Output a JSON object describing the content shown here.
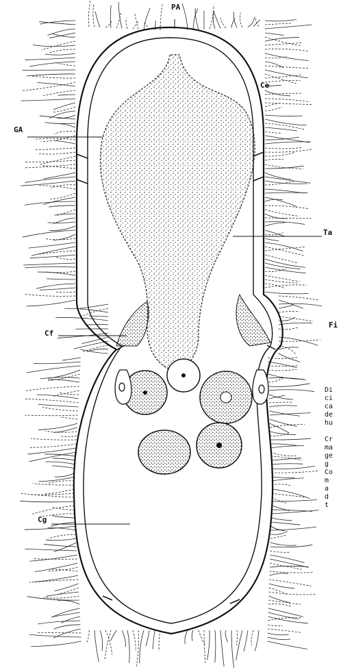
{
  "labels": {
    "pa": "PA",
    "ce": "Ce",
    "ga": "GA",
    "ta": "Ta",
    "cf": "Cf",
    "cg": "Cg",
    "fig": "Fi"
  },
  "caption_lines": [
    "Di",
    "ci",
    "ca",
    "de",
    "hu",
    "",
    "Cr",
    "ma",
    "ge",
    "g",
    "Co",
    "m",
    "a",
    "d",
    "t"
  ],
  "colors": {
    "ink": "#111111",
    "paper": "#ffffff"
  }
}
